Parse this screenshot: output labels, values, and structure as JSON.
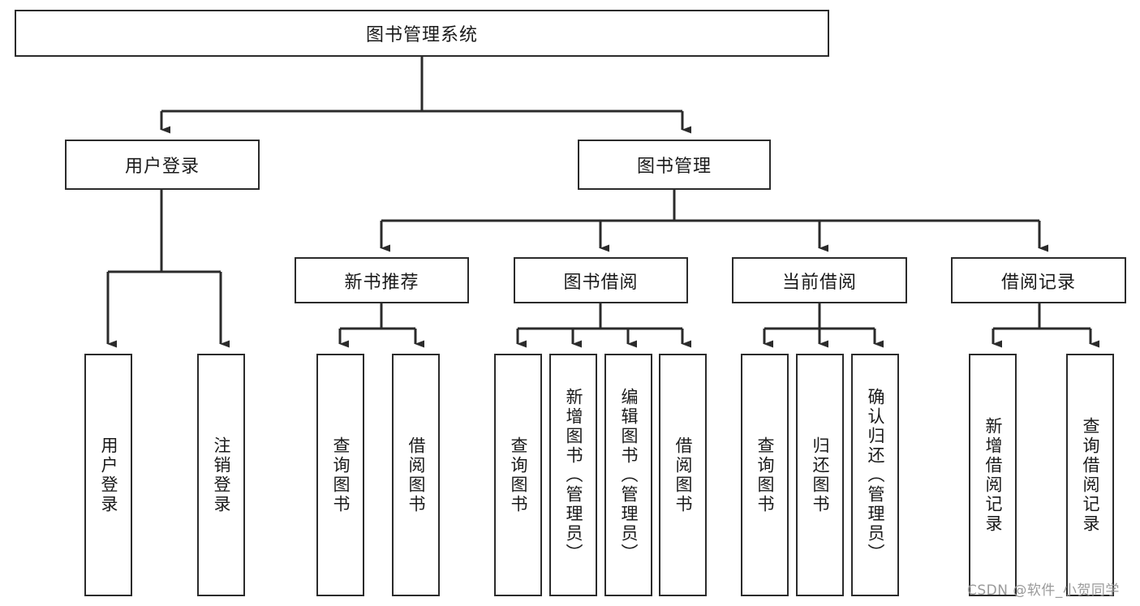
{
  "diagram": {
    "title": "图书管理系统",
    "type": "tree",
    "root": {
      "label": "图书管理系统"
    },
    "level2": [
      {
        "label": "用户登录"
      },
      {
        "label": "图书管理"
      }
    ],
    "level3": [
      {
        "label": "新书推荐"
      },
      {
        "label": "图书借阅"
      },
      {
        "label": "当前借阅"
      },
      {
        "label": "借阅记录"
      }
    ],
    "leaves": {
      "user_login": [
        {
          "label": "用户登录"
        },
        {
          "label": "注销登录"
        }
      ],
      "new_book_recommend": [
        {
          "label": "查询图书"
        },
        {
          "label": "借阅图书"
        }
      ],
      "book_borrow": [
        {
          "label": "查询图书"
        },
        {
          "label": "新增图书（管理员）"
        },
        {
          "label": "编辑图书（管理员）"
        },
        {
          "label": "借阅图书"
        }
      ],
      "current_borrow": [
        {
          "label": "查询图书"
        },
        {
          "label": "归还图书"
        },
        {
          "label": "确认归还（管理员）"
        }
      ],
      "borrow_record": [
        {
          "label": "新增借阅记录"
        },
        {
          "label": "查询借阅记录"
        }
      ]
    }
  },
  "watermark": {
    "text": "CSDN @软件_小贺同学"
  },
  "colors": {
    "stroke": "#2b2b2b",
    "background": "#ffffff",
    "text": "#1a1a1a",
    "watermark": "#9a9a9a"
  }
}
